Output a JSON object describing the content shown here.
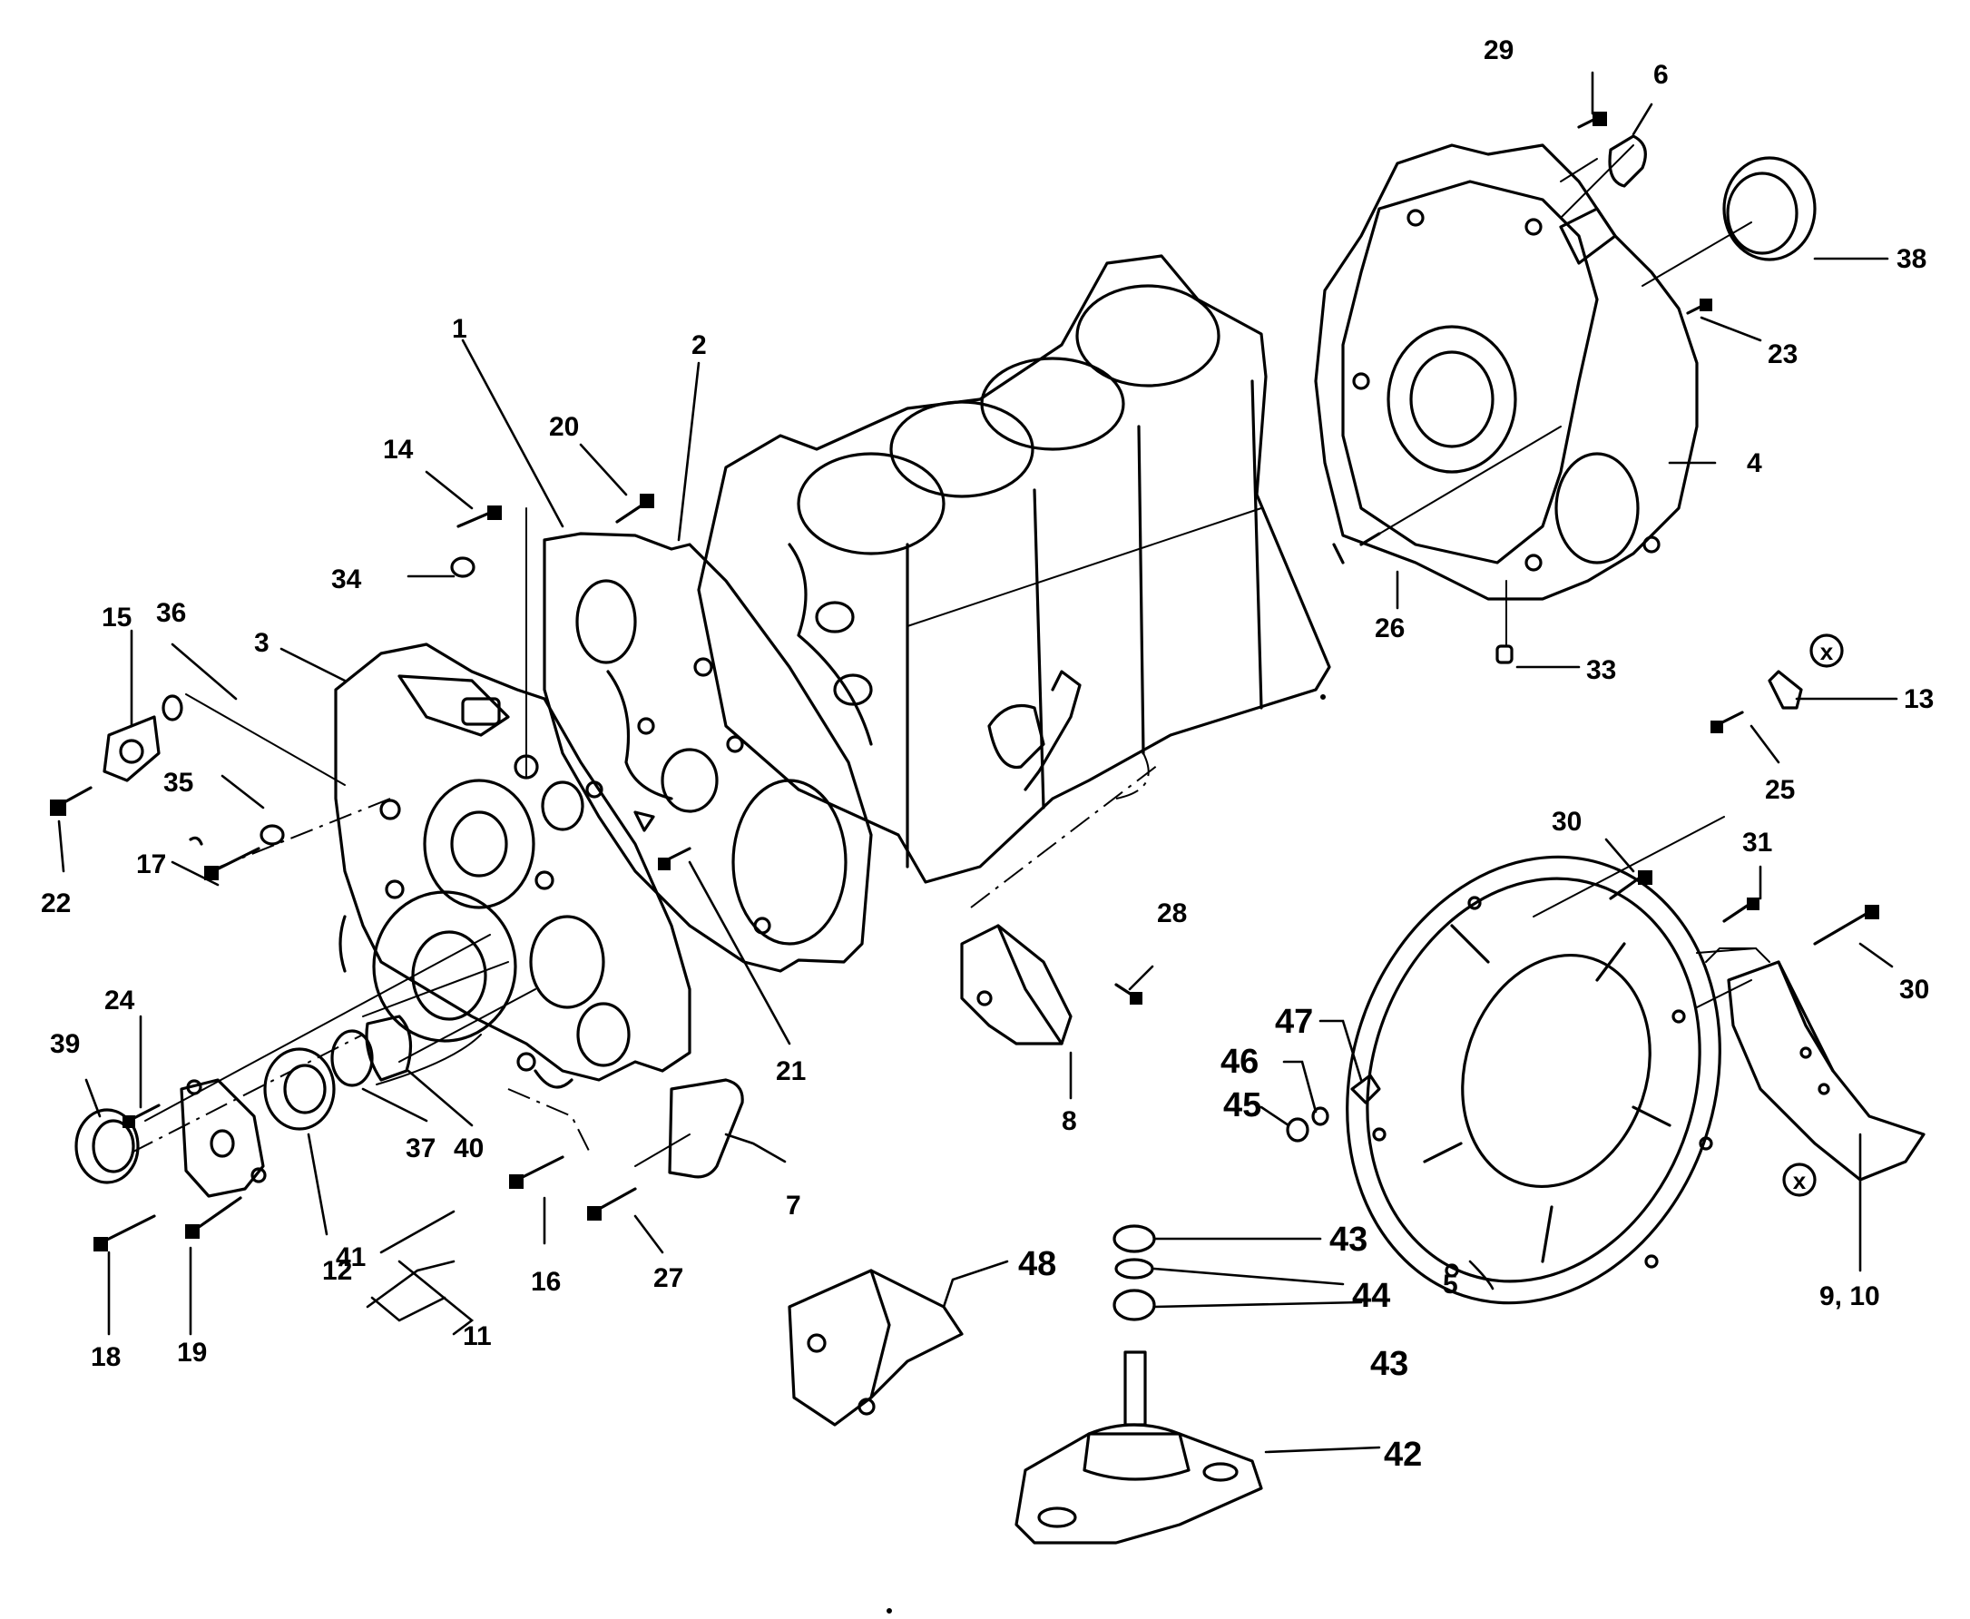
{
  "callouts": {
    "c1": "1",
    "c2": "2",
    "c3": "3",
    "c4": "4",
    "c5": "5",
    "c6": "6",
    "c7": "7",
    "c8": "8",
    "c9_10": "9, 10",
    "c11": "11",
    "c12": "12",
    "c13": "13",
    "c14": "14",
    "c15": "15",
    "c16": "16",
    "c17": "17",
    "c18": "18",
    "c19": "19",
    "c20": "20",
    "c21": "21",
    "c22": "22",
    "c23": "23",
    "c24": "24",
    "c25": "25",
    "c26": "26",
    "c27": "27",
    "c28": "28",
    "c29": "29",
    "c30a": "30",
    "c30b": "30",
    "c31": "31",
    "c33": "33",
    "c34": "34",
    "c35": "35",
    "c36": "36",
    "c37": "37",
    "c38": "38",
    "c39": "39",
    "c40": "40",
    "c41": "41",
    "c42": "42",
    "c43a": "43",
    "c43b": "43",
    "c44": "44",
    "c45": "45",
    "c46": "46",
    "c47": "47",
    "c48": "48"
  },
  "markers": {
    "x_top": "x",
    "x_bottom": "x"
  }
}
